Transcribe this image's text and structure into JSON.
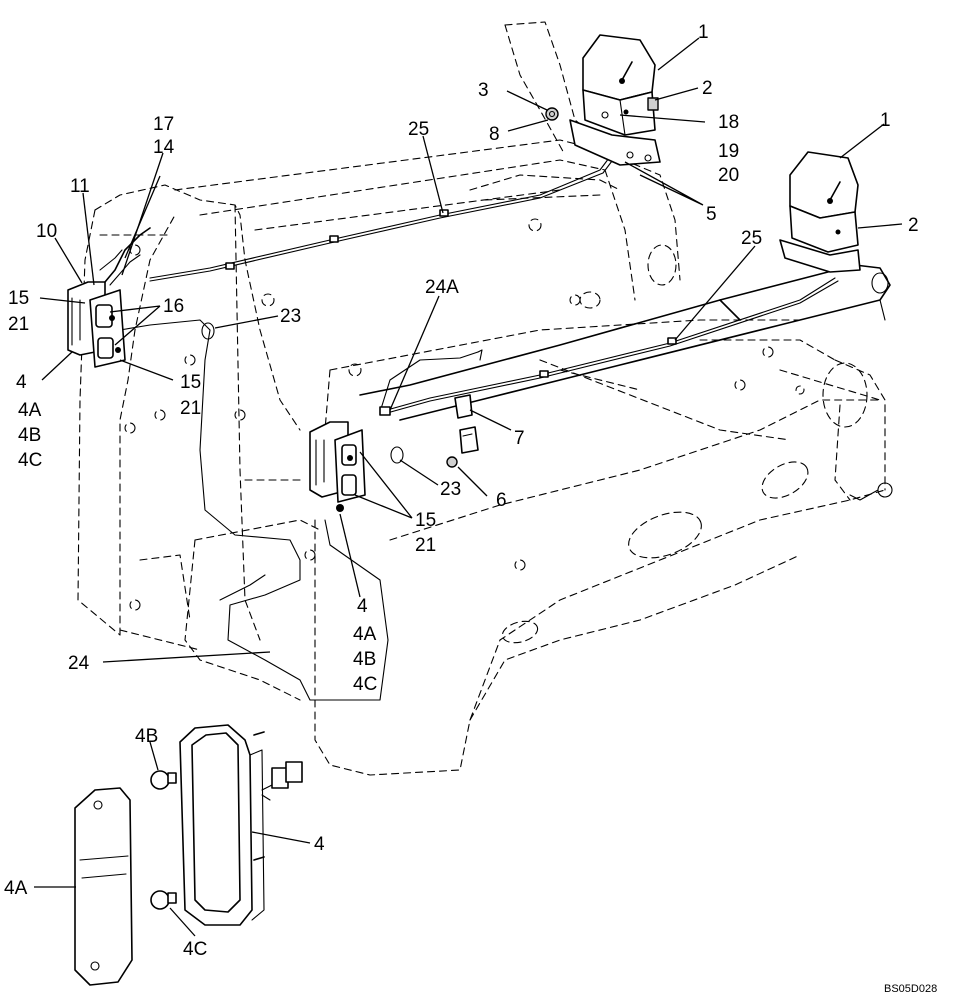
{
  "drawing_id": "BS05D028",
  "callouts": [
    {
      "id": "c01",
      "label": "1"
    },
    {
      "id": "c02",
      "label": "2"
    },
    {
      "id": "c03",
      "label": "3"
    },
    {
      "id": "c04",
      "label": "8"
    },
    {
      "id": "c05",
      "label": "18"
    },
    {
      "id": "c06",
      "label": "19"
    },
    {
      "id": "c07",
      "label": "20"
    },
    {
      "id": "c08",
      "label": "1"
    },
    {
      "id": "c09",
      "label": "2"
    },
    {
      "id": "c10",
      "label": "5"
    },
    {
      "id": "c11",
      "label": "25"
    },
    {
      "id": "c12",
      "label": "25"
    },
    {
      "id": "c13",
      "label": "17"
    },
    {
      "id": "c14",
      "label": "14"
    },
    {
      "id": "c15",
      "label": "11"
    },
    {
      "id": "c16",
      "label": "10"
    },
    {
      "id": "c17",
      "label": "15"
    },
    {
      "id": "c18",
      "label": "21"
    },
    {
      "id": "c19",
      "label": "16"
    },
    {
      "id": "c20",
      "label": "23"
    },
    {
      "id": "c21",
      "label": "4"
    },
    {
      "id": "c22",
      "label": "4A"
    },
    {
      "id": "c23",
      "label": "4B"
    },
    {
      "id": "c24",
      "label": "4C"
    },
    {
      "id": "c25",
      "label": "15"
    },
    {
      "id": "c26",
      "label": "21"
    },
    {
      "id": "c27",
      "label": "24A"
    },
    {
      "id": "c28",
      "label": "7"
    },
    {
      "id": "c29",
      "label": "23"
    },
    {
      "id": "c30",
      "label": "6"
    },
    {
      "id": "c31",
      "label": "15"
    },
    {
      "id": "c32",
      "label": "21"
    },
    {
      "id": "c33",
      "label": "4"
    },
    {
      "id": "c34",
      "label": "4A"
    },
    {
      "id": "c35",
      "label": "4B"
    },
    {
      "id": "c36",
      "label": "4C"
    },
    {
      "id": "c37",
      "label": "24"
    },
    {
      "id": "c38",
      "label": "4B"
    },
    {
      "id": "c39",
      "label": "4"
    },
    {
      "id": "c40",
      "label": "4A"
    },
    {
      "id": "c41",
      "label": "4C"
    }
  ]
}
